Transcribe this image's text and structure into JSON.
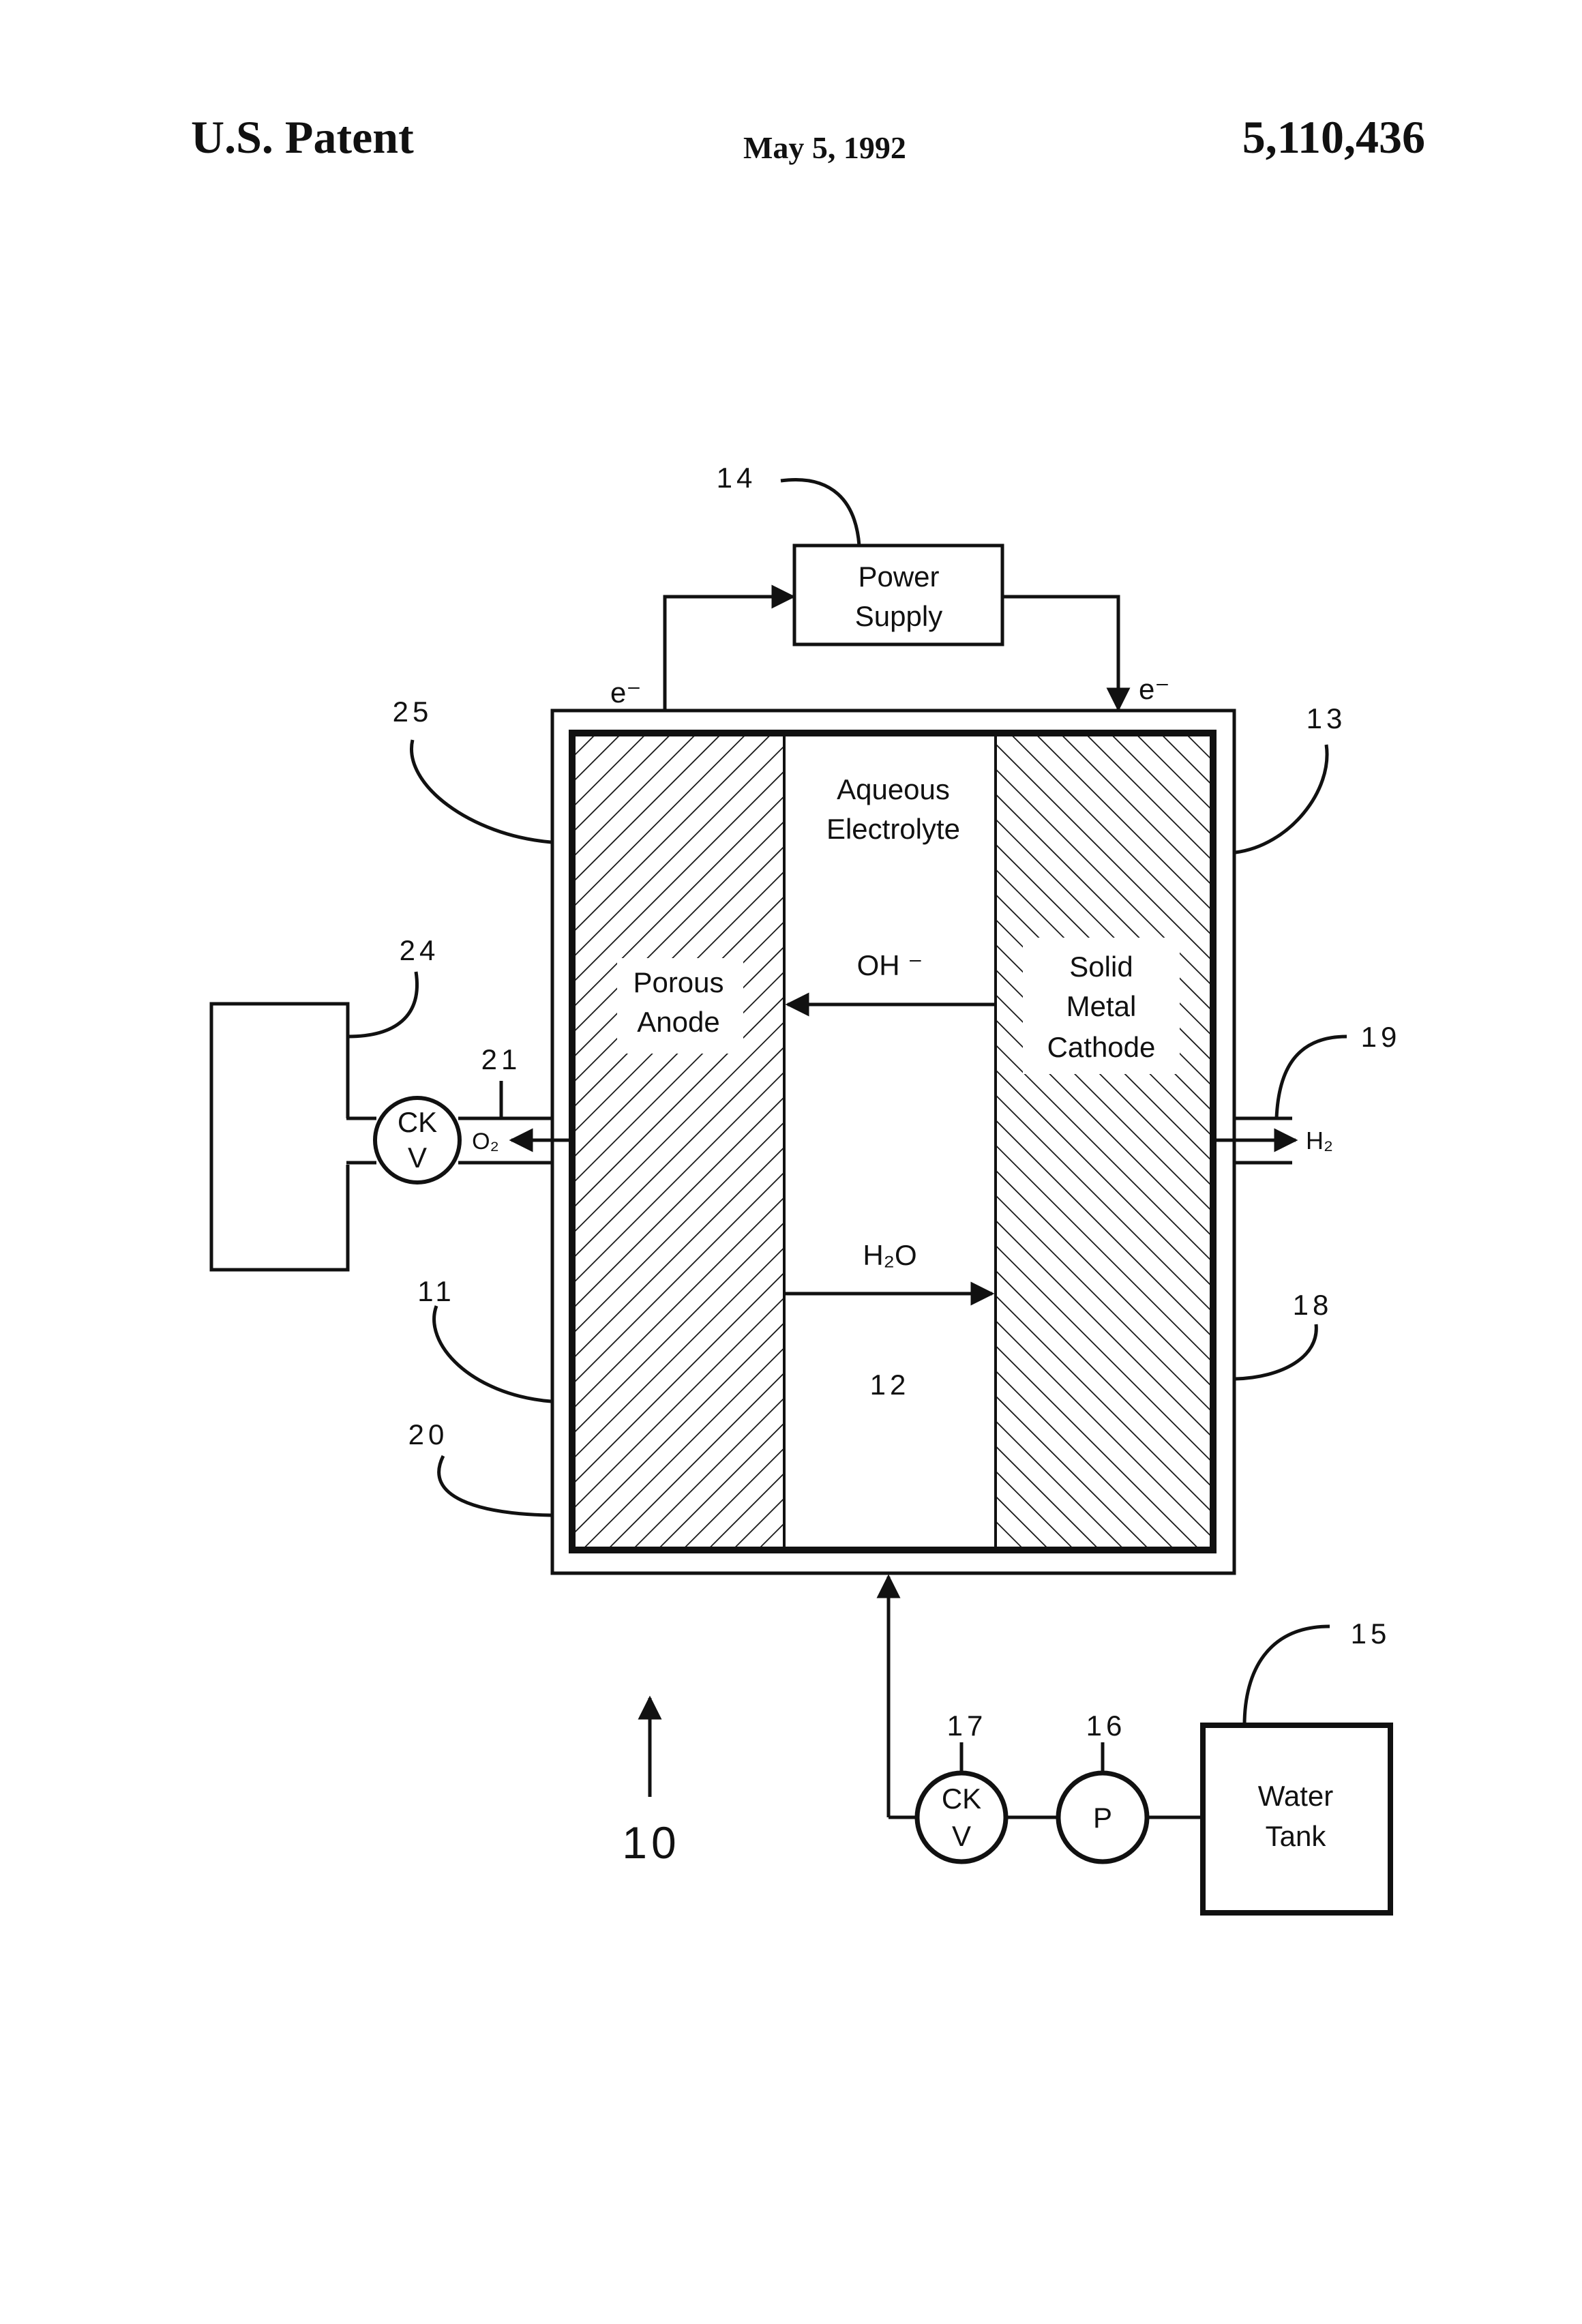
{
  "header": {
    "left": "U.S. Patent",
    "date": "May 5, 1992",
    "number": "5,110,436"
  },
  "diagram": {
    "labels": {
      "power_supply_line1": "Power",
      "power_supply_line2": "Supply",
      "electron_left": "e⁻",
      "electron_right": "e⁻",
      "electrolyte_line1": "Aqueous",
      "electrolyte_line2": "Electrolyte",
      "anode_line1": "Porous",
      "anode_line2": "Anode",
      "cathode_line1": "Solid",
      "cathode_line2": "Metal",
      "cathode_line3": "Cathode",
      "hydroxide": "OH ⁻",
      "water_flow": "H₂O",
      "oxygen": "O₂",
      "hydrogen": "H₂",
      "check_valve_top": "CK",
      "check_valve_bottom": "V",
      "check_valve2_top": "CK",
      "check_valve2_bottom": "V",
      "pump": "P",
      "water_tank_line1": "Water",
      "water_tank_line2": "Tank"
    },
    "reference_numerals": {
      "r14": "14",
      "r25": "25",
      "r13": "13",
      "r24": "24",
      "r21": "21",
      "r19": "19",
      "r11": "11",
      "r18": "18",
      "r20": "20",
      "r12": "12",
      "r15": "15",
      "r17": "17",
      "r16": "16",
      "r10": "10"
    }
  }
}
